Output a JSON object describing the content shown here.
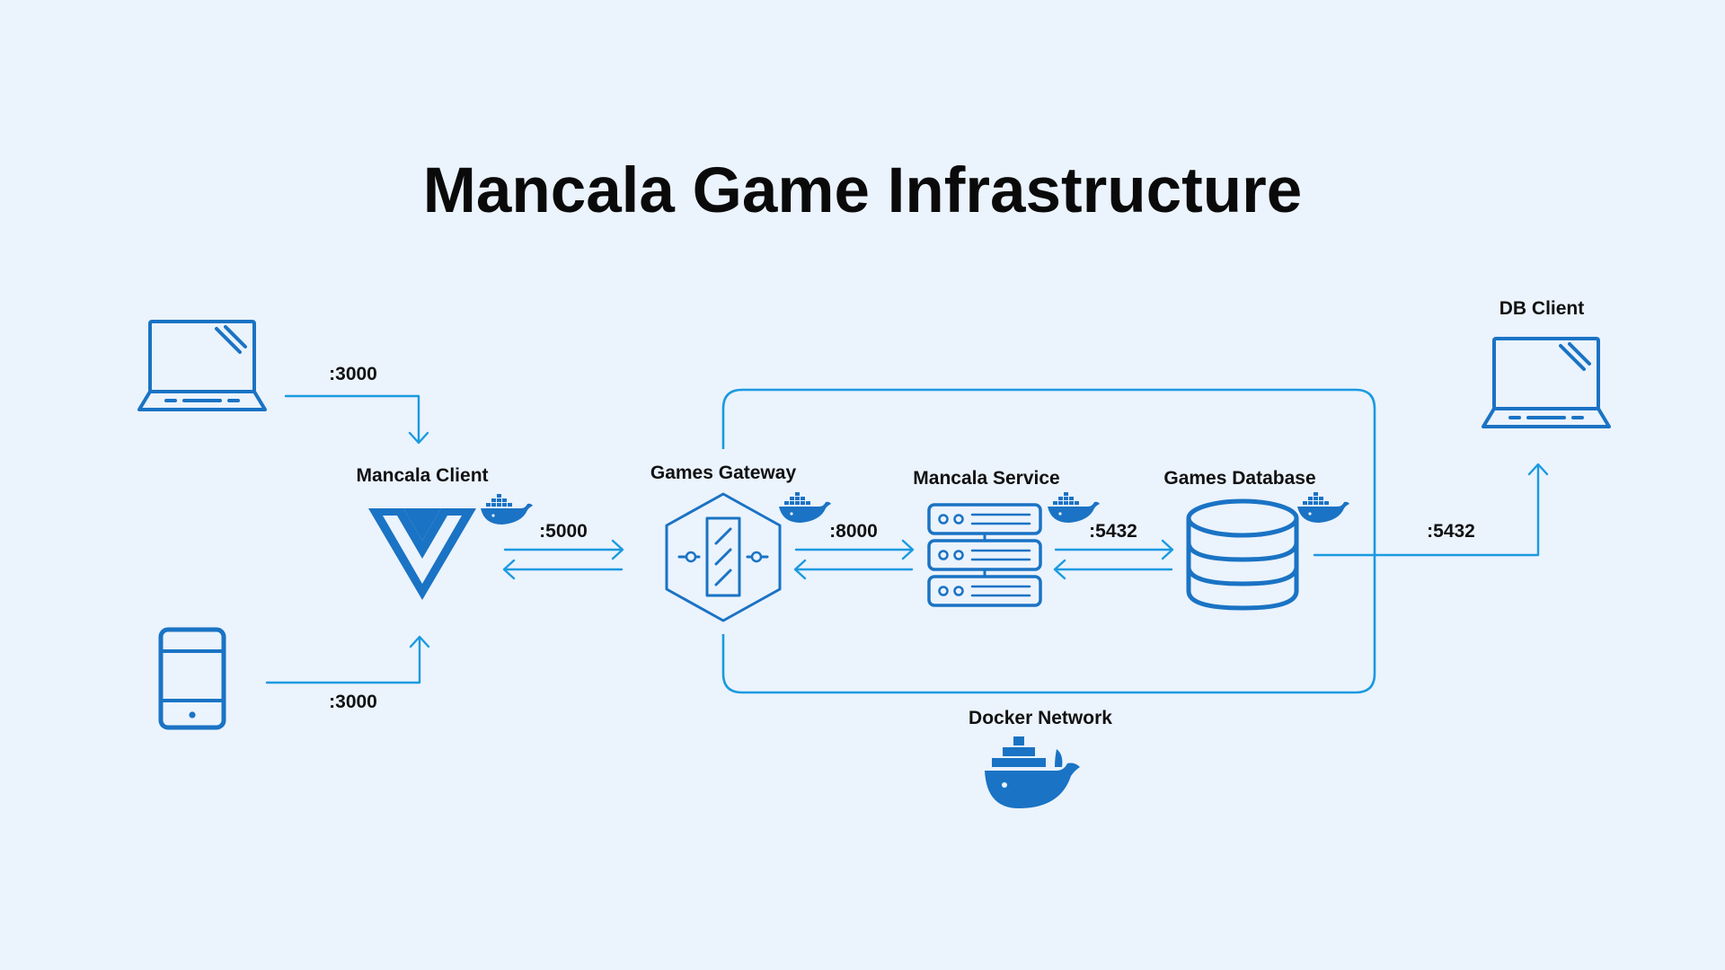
{
  "title": "Mancala Game Infrastructure",
  "nodes": {
    "mancala_client": "Mancala Client",
    "games_gateway": "Games Gateway",
    "mancala_service": "Mancala Service",
    "games_database": "Games Database",
    "db_client": "DB Client",
    "docker_network": "Docker Network"
  },
  "ports": {
    "laptop_to_client": ":3000",
    "tablet_to_client": ":3000",
    "client_to_gateway": ":5000",
    "gateway_to_service": ":8000",
    "service_to_database": ":5432",
    "database_to_db_client": ":5432"
  },
  "icons": {
    "laptop_left": "laptop-icon",
    "tablet": "tablet-icon",
    "db_client": "laptop-icon",
    "client": "vue-logo-icon",
    "gateway": "api-gateway-icon",
    "service": "server-stack-icon",
    "database": "database-icon",
    "docker": "docker-whale-icon"
  },
  "colors": {
    "background": "#ebf3fd",
    "icon": "#1a73c4",
    "connector": "#1a9ae0",
    "text": "#111111"
  }
}
